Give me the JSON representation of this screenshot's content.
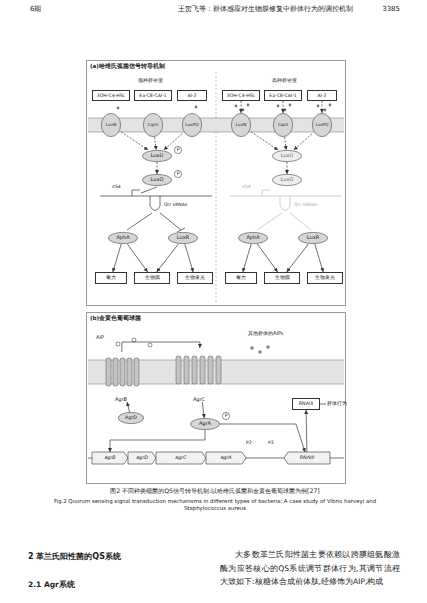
{
  "diagram": {
    "caption": "图2 不同种类细菌的QS信号转导机制:以哈维氏弧菌和金黄色葡萄球菌为例[27]",
    "nodes": [
      {
        "text": [
          "(a)哈维氏弧菌信号转导机制"
        ]
      },
      {
        "text": [
          "3OH-C4-HSL"
        ],
        "in": 0
      },
      {
        "text": [
          "Ea-C8-CAI-1"
        ],
        "in": 0
      },
      {
        "text": [
          "AI-2"
        ],
        "in": 0
      },
      {
        "text": [
          "3OH-C4-HSL"
        ],
        "in": 0
      },
      {
        "text": [
          "Ea-C8-CAI-1"
        ],
        "in": 0
      },
      {
        "text": [
          "AI-2"
        ],
        "in": 0
      },
      {
        "text": [
          "LuxN"
        ],
        "in": 0
      },
      {
        "text": [
          "CqsS"
        ],
        "in": 0
      },
      {
        "text": [
          "LuxPQ"
        ],
        "in": 0
      },
      {
        "text": [
          "LuxN"
        ],
        "in": 0
      },
      {
        "text": [
          "CqsS"
        ],
        "in": 0
      },
      {
        "text": [
          "LuxPQ"
        ],
        "in": 0
      },
      {
        "text": [
          "LuxU"
        ],
        "in": 0
      },
      {
        "text": [
          "P"
        ],
        "in": 0
      },
      {
        "text": [
          "LuxO"
        ],
        "in": 0
      },
      {
        "text": [
          "P"
        ],
        "in": 0
      },
      {
        "text": [
          "AphA"
        ],
        "in": 0
      },
      {
        "text": [
          "LuxR"
        ],
        "in": 0
      },
      {
        "text": [
          "毒力"
        ],
        "in": 0
      },
      {
        "text": [
          "生物膜"
        ],
        "in": 0
      },
      {
        "text": [
          "生物发光"
        ],
        "in": 0
      },
      {
        "text": [
          "LuxU"
        ],
        "in": 0
      },
      {
        "text": [
          "LuxO"
        ],
        "in": 0
      },
      {
        "text": [
          "AphA"
        ],
        "in": 0
      },
      {
        "text": [
          "LuxR"
        ],
        "in": 0
      },
      {
        "text": [
          "毒力"
        ],
        "in": 0
      },
      {
        "text": [
          "生物膜"
        ],
        "in": 0
      },
      {
        "text": [
          "生物发光"
        ],
        "in": 0
      },
      {
        "text": [
          "(b)金黄色葡萄球菌"
        ]
      },
      {
        "text": [
          "AgrB"
        ],
        "in": 29
      },
      {
        "text": [
          "AgrC"
        ],
        "in": 29
      },
      {
        "text": [
          "AgrD"
        ],
        "in": 29
      },
      {
        "text": [
          "AgrA"
        ],
        "in": 29
      },
      {
        "text": [
          "P"
        ],
        "in": 29
      },
      {
        "text": [
          "RNAIII"
        ],
        "in": 29
      },
      {
        "text": [
          "agrB"
        ],
        "in": 29
      },
      {
        "text": [
          "agrD"
        ],
        "in": 29
      },
      {
        "text": [
          "agrC"
        ],
        "in": 29
      },
      {
        "text": [
          "agrA"
        ],
        "in": 29
      },
      {
        "text": [
          "RNAIII"
        ],
        "in": 29
      }
    ],
    "edges": [
      {
        "from": 7,
        "to": 13,
        "arrow": "to"
      },
      {
        "from": 8,
        "to": 13,
        "arrow": "to"
      },
      {
        "from": 9,
        "to": 13,
        "arrow": "to"
      },
      {
        "from": 13,
        "to": 15,
        "arrow": "to"
      },
      {
        "from": 17,
        "to": 19,
        "arrow": "to"
      },
      {
        "from": 17,
        "to": 20,
        "arrow": "to"
      },
      {
        "from": 18,
        "to": 20,
        "arrow": "to"
      },
      {
        "from": 18,
        "to": 21,
        "arrow": "to"
      },
      {
        "from": 4,
        "to": 10,
        "arrow": "to"
      },
      {
        "from": 5,
        "to": 11,
        "arrow": "to"
      },
      {
        "from": 6,
        "to": 12,
        "arrow": "to"
      },
      {
        "from": 10,
        "to": 22,
        "arrow": "to"
      },
      {
        "from": 11,
        "to": 22,
        "arrow": "to"
      },
      {
        "from": 12,
        "to": 22,
        "arrow": "to"
      },
      {
        "from": 22,
        "to": 23,
        "arrow": "to"
      },
      {
        "from": 24,
        "to": 26,
        "arrow": "to"
      },
      {
        "from": 24,
        "to": 27,
        "arrow": "to"
      },
      {
        "from": 25,
        "to": 27,
        "arrow": "to"
      },
      {
        "from": 25,
        "to": 28,
        "arrow": "to"
      },
      {
        "from": 32,
        "to": 30,
        "arrow": "to"
      },
      {
        "from": 30,
        "to": 31,
        "arrow": "to"
      },
      {
        "from": 31,
        "to": 33,
        "arrow": "to"
      },
      {
        "from": 33,
        "to": 40,
        "arrow": "to"
      },
      {
        "from": 33,
        "to": 36,
        "arrow": "to"
      },
      {
        "from": 40,
        "to": 35,
        "arrow": "to"
      }
    ],
    "labels": [
      "6期",
      "王贺飞等：群体感应对生物膜修复中群体行为的调控机制",
      "3385",
      "低种群密度",
      "高种群密度",
      "σ54",
      "Qrr sRNAs",
      "σ54",
      "Qrr sRNAs",
      "AIP",
      "其他群体的AIPs",
      "群体行为",
      "P2",
      "P3",
      "Fig.2 Quorum sensing signal transduction mechanisms in different types of bacteria: A case study of Vibrio harveyi and Staphylococcus aureus",
      "2 革兰氏阳性菌的QS系统",
      "2.1 Agr系统",
      "大多数革兰氏阳性菌主要依赖以跨膜组氨酸激酶为应答核心的QS系统调节群体行为,其调节流程大致如下:核糖体合成前体肽,经修饰为AIP,构成"
    ]
  }
}
